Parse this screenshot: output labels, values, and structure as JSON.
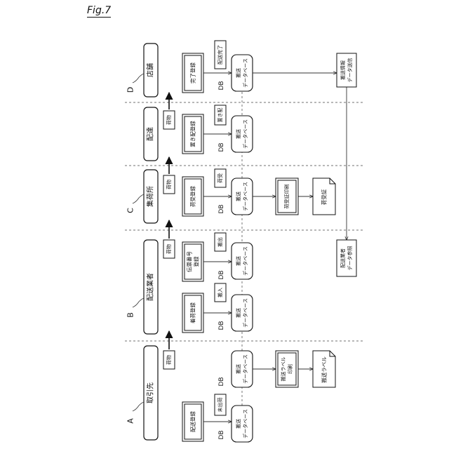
{
  "figure_label": "Fig.7",
  "actors": [
    {
      "letter": "A",
      "name": "取引先"
    },
    {
      "letter": "B",
      "name": "配送業者"
    },
    {
      "letter": "C",
      "name": "集荷所"
    },
    {
      "letter": "",
      "name": "配達"
    },
    {
      "letter": "D",
      "name": "店舗"
    }
  ],
  "cargo_label": "荷物",
  "db_tag": "DB",
  "db_name": [
    "搬送",
    "データベース"
  ],
  "registrations": [
    {
      "label": [
        "配送登録"
      ],
      "status": "未出荷"
    },
    {
      "label": [
        "着荷登録"
      ],
      "status": "搬入"
    },
    {
      "label": [
        "伝票番号",
        "登録"
      ],
      "status": "搬出"
    },
    {
      "label": [
        "荷受登録"
      ],
      "status": "荷受"
    },
    {
      "label": [
        "置き配登録"
      ],
      "status": "置き配"
    },
    {
      "label": [
        "完了登録"
      ],
      "status": "配送完了"
    }
  ],
  "print_processes": [
    {
      "label": [
        "搬送ラベル",
        "印刷"
      ],
      "output": "搬送ラベル"
    },
    {
      "label": [
        "荷受証印刷"
      ],
      "output": "荷受証"
    }
  ],
  "notify_box": [
    "搬送情報",
    "データ送信"
  ],
  "carrier_ref_box": [
    "配送業者",
    "データ参照"
  ]
}
